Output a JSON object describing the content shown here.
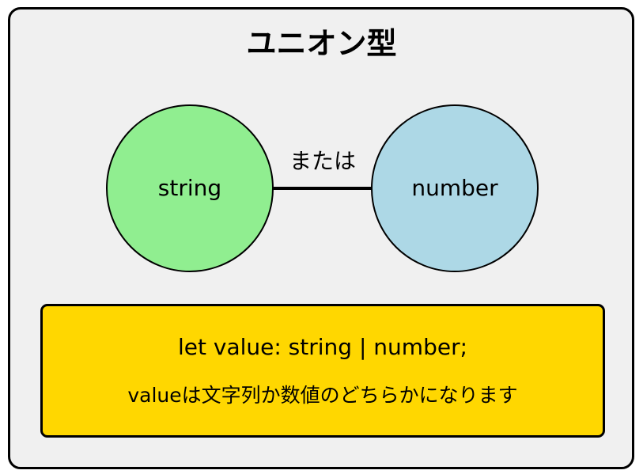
{
  "title": "ユニオン型",
  "nodes": {
    "left": {
      "label": "string",
      "color": "#90ee90"
    },
    "right": {
      "label": "number",
      "color": "#add8e6"
    }
  },
  "connector": {
    "label": "または"
  },
  "code": {
    "line1": "let value: string | number;",
    "line2": "valueは文字列か数値のどちらかになります",
    "background": "#ffd700"
  },
  "panel_background": "#f0f0f0"
}
